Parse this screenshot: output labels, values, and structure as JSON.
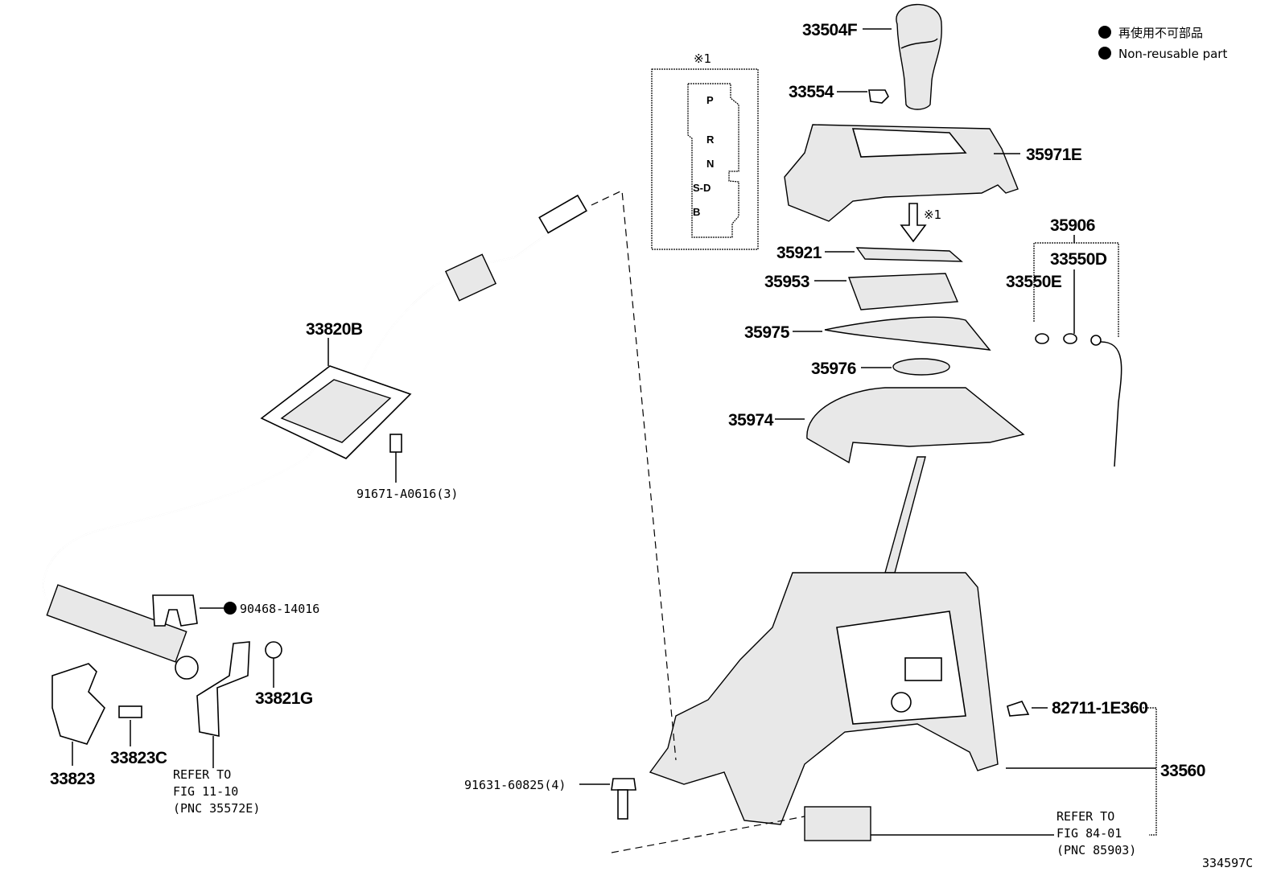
{
  "legend": {
    "icon": "filled-circle-icon",
    "japanese": "再使用不可部品",
    "english": "Non-reusable part"
  },
  "gate_inset": {
    "title": "※1",
    "positions": [
      "P",
      "R",
      "N",
      "S-D",
      "B"
    ]
  },
  "parts": {
    "p33504F": "33504F",
    "p33554": "33554",
    "p35971E": "35971E",
    "note_ref": "※1",
    "p35906": "35906",
    "p33550D": "33550D",
    "p33550E": "33550E",
    "p35921": "35921",
    "p35953": "35953",
    "p35975": "35975",
    "p35976": "35976",
    "p35974": "35974",
    "p33820B": "33820B",
    "p91671": "91671-A0616(3)",
    "p90468": "90468-14016",
    "p33821G": "33821G",
    "p33823": "33823",
    "p33823C": "33823C",
    "p82711": "82711-1E360",
    "p33560": "33560",
    "p91631": "91631-60825(4)"
  },
  "refs": {
    "left": [
      "REFER TO",
      "FIG 11-10",
      "(PNC 35572E)"
    ],
    "right": [
      "REFER TO",
      "FIG 84-01",
      "(PNC 85903)"
    ]
  },
  "illustration_id": "334597C"
}
